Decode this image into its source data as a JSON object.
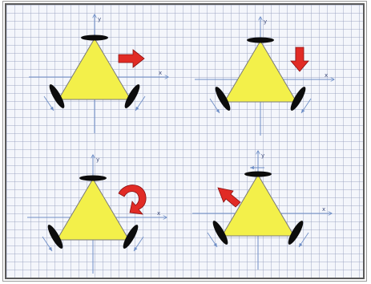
{
  "colors": {
    "triangle": "#f3f04a",
    "triangle_stroke": "#7a7a7a",
    "axis": "#6f8fc7",
    "wheel": "#0c0c0c",
    "arrow": "#e12b25",
    "arrow_stroke": "#8a1010",
    "motion_arrow": "#6f8fc7"
  },
  "panels": [
    {
      "name": "translate-right",
      "x_label": "x",
      "y_label": "y",
      "arrow": "straight-right"
    },
    {
      "name": "translate-down",
      "x_label": "x",
      "y_label": "y",
      "arrow": "straight-down"
    },
    {
      "name": "rotate",
      "x_label": "x",
      "y_label": "y",
      "arrow": "curved"
    },
    {
      "name": "translate-diagonal",
      "x_label": "x",
      "y_label": "y",
      "arrow": "diagonal-up-left"
    }
  ]
}
